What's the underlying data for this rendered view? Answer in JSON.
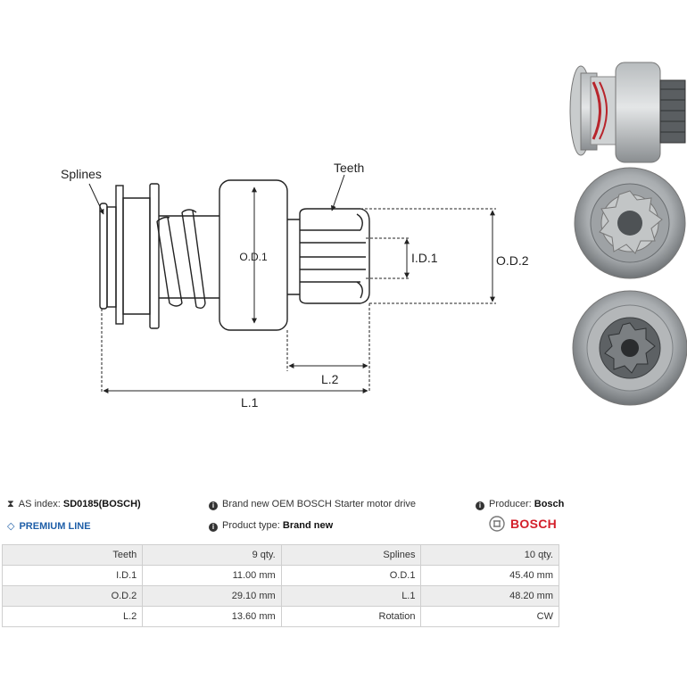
{
  "diagram": {
    "labels": {
      "splines": "Splines",
      "teeth": "Teeth",
      "od1": "O.D.1",
      "id1": "I.D.1",
      "od2": "O.D.2",
      "l2": "L.2",
      "l1": "L.1"
    }
  },
  "info": {
    "as_index_label": "AS index:",
    "as_index_value": "SD0185(BOSCH)",
    "premium": "PREMIUM LINE",
    "description": "Brand new OEM BOSCH Starter motor drive",
    "product_type_label": "Product type:",
    "product_type_value": "Brand new",
    "producer_label": "Producer:",
    "producer_value": "Bosch",
    "brand_logo_text": "BOSCH",
    "brand_color": "#d31f2a",
    "premium_color": "#1f5fa8",
    "icons": [
      "tag-icon",
      "diamond-icon",
      "info-icon",
      "bosch-logo-icon"
    ]
  },
  "specs": [
    [
      "Teeth",
      "9 qty.",
      "Splines",
      "10 qty."
    ],
    [
      "I.D.1",
      "11.00 mm",
      "O.D.1",
      "45.40 mm"
    ],
    [
      "O.D.2",
      "29.10 mm",
      "L.1",
      "48.20 mm"
    ],
    [
      "L.2",
      "13.60 mm",
      "Rotation",
      "CW"
    ]
  ]
}
